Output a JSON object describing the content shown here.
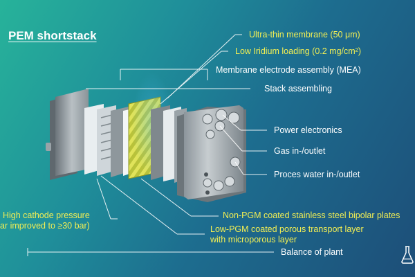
{
  "title": "PEM shortstack",
  "labels": {
    "membrane": "Ultra-thin membrane (50 μm)",
    "iridium": "Low Iridium loading (0.2 mg/cm²)",
    "mea": "Membrane electrode assembly (MEA)",
    "stack": "Stack assembling",
    "power": "Power electronics",
    "gas": "Gas in-/outlet",
    "water": "Proces water in-/outlet",
    "bipolar": "Non-PGM coated stainless steel bipolar plates",
    "ptl_line1": "Low-PGM coated porous transport layer",
    "ptl_line2": "with microporous layer",
    "cathode_line1": "High cathode pressure",
    "cathode_line2": "ar improved to ≥30 bar)",
    "bop": "Balance of plant"
  },
  "colors": {
    "highlight_text": "#f3ef53",
    "plain_text": "#ffffff",
    "bg_start": "#27b39a",
    "bg_end": "#1d4e78"
  },
  "icons": [
    "flask-icon"
  ]
}
